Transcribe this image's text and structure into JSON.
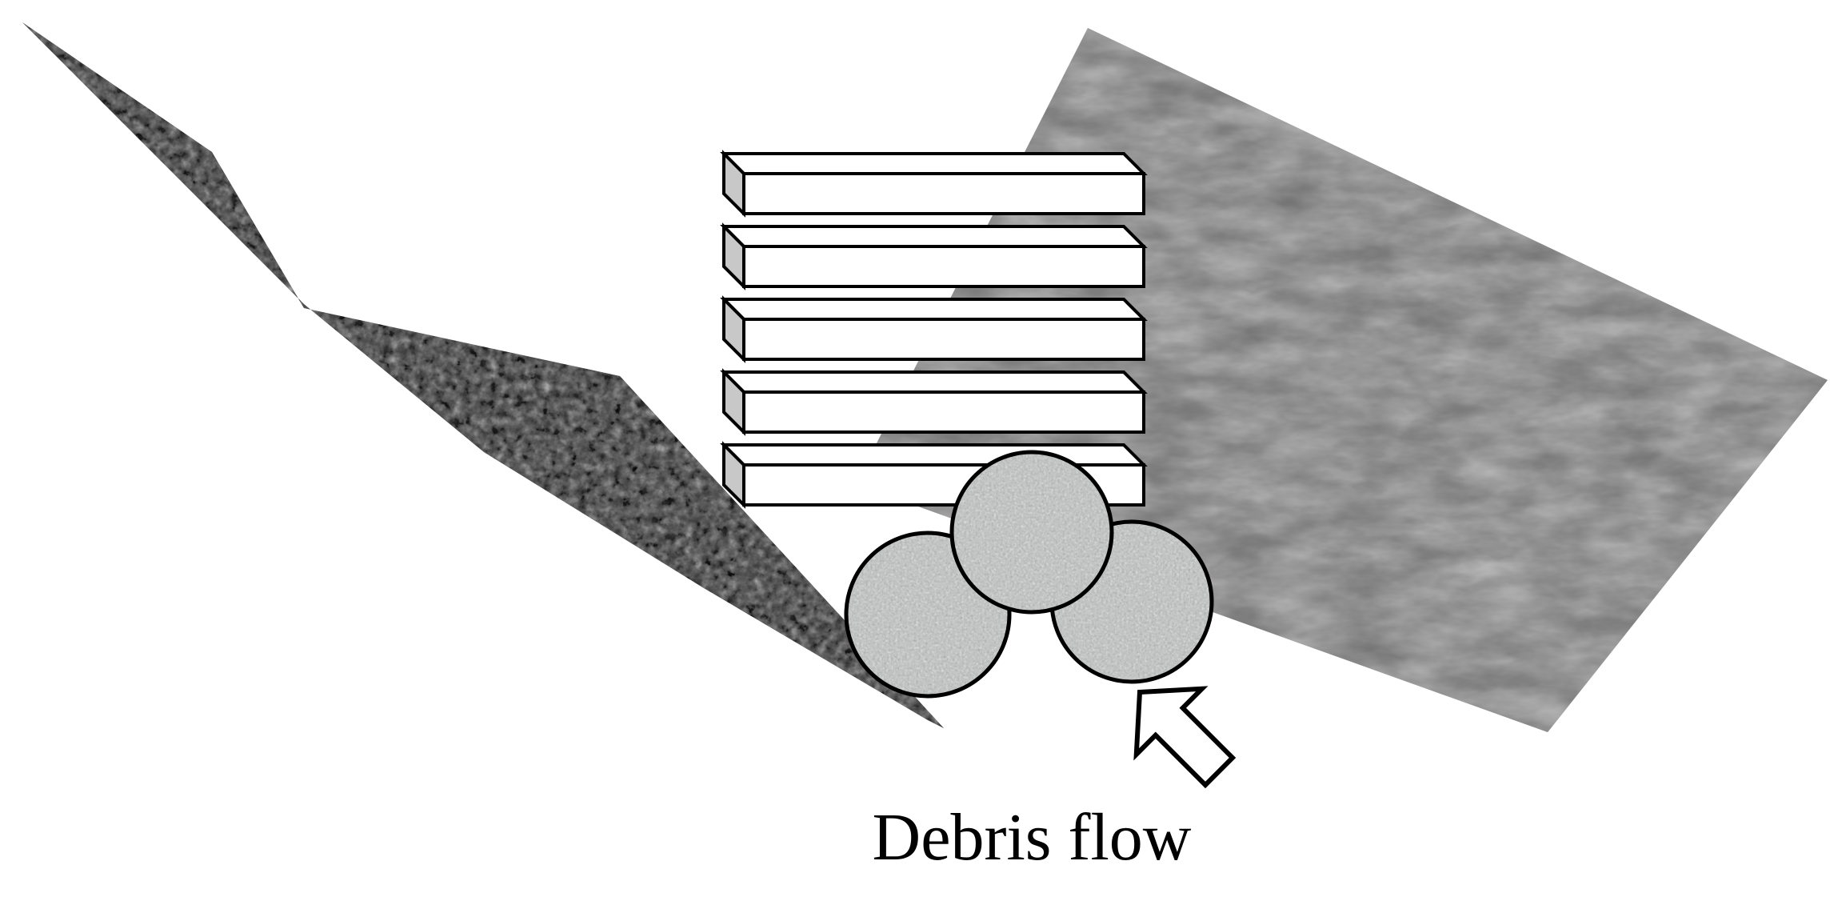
{
  "caption": "Debris flow",
  "colors": {
    "background": "#ffffff",
    "left_slope": "#3a3a3a",
    "right_slope": "#6e6e6e",
    "beam_fill": "#ffffff",
    "beam_side": "#c8c8c8",
    "boulder_fill": "#b9bcbc",
    "outline": "#000000"
  },
  "elements": {
    "beam_count": 5,
    "boulder_count": 3,
    "flow_arrow_icon": "outlined-arrow-up-left-icon"
  }
}
